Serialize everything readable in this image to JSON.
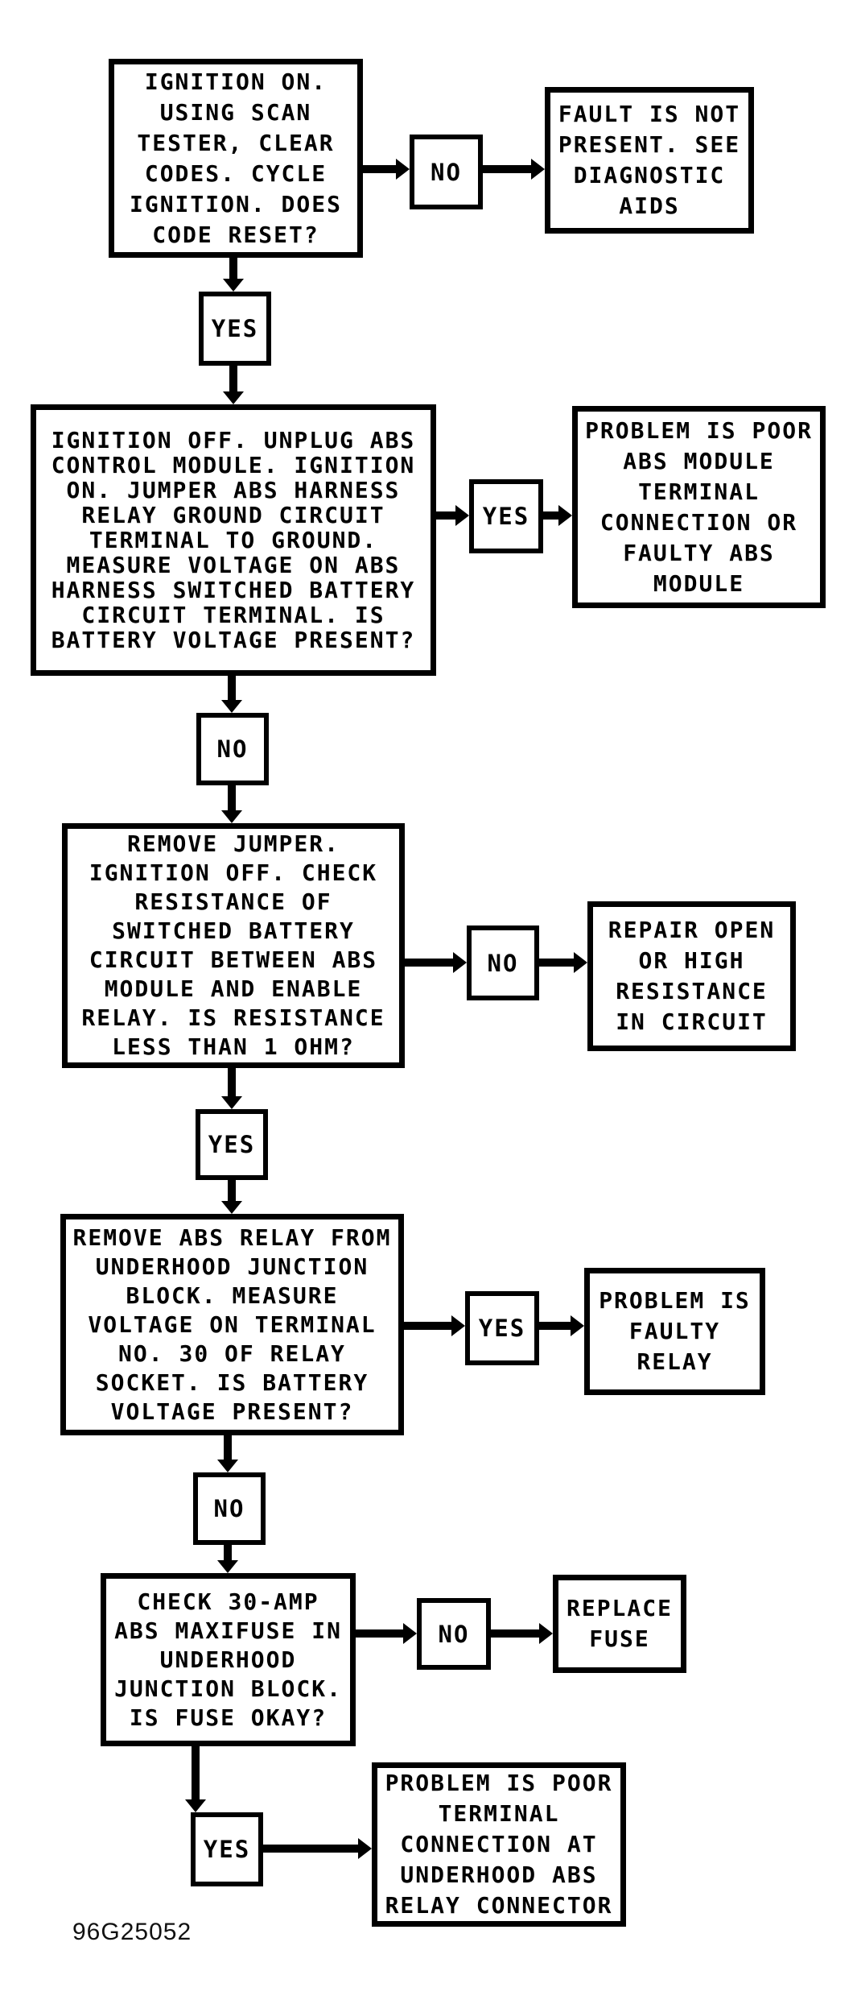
{
  "page": {
    "background": "#ffffff",
    "ink": "#000000"
  },
  "figure": {
    "code": "96G25052"
  },
  "boxes": {
    "step1": {
      "text": "IGNITION ON.\nUSING SCAN\nTESTER, CLEAR\nCODES. CYCLE\nIGNITION. DOES\nCODE RESET?"
    },
    "step2": {
      "text": "IGNITION OFF. UNPLUG ABS\nCONTROL MODULE. IGNITION\nON. JUMPER ABS HARNESS\nRELAY GROUND CIRCUIT\nTERMINAL TO GROUND.\nMEASURE VOLTAGE ON ABS\nHARNESS SWITCHED BATTERY\nCIRCUIT TERMINAL. IS\nBATTERY VOLTAGE PRESENT?"
    },
    "step3": {
      "text": "REMOVE JUMPER.\nIGNITION OFF. CHECK\nRESISTANCE OF\nSWITCHED BATTERY\nCIRCUIT BETWEEN ABS\nMODULE AND ENABLE\nRELAY. IS RESISTANCE\nLESS THAN 1 OHM?"
    },
    "step4": {
      "text": "REMOVE ABS RELAY FROM\nUNDERHOOD JUNCTION\nBLOCK. MEASURE\nVOLTAGE ON TERMINAL\nNO. 30 OF RELAY\nSOCKET. IS BATTERY\nVOLTAGE PRESENT?"
    },
    "step5": {
      "text": "CHECK 30-AMP\nABS MAXIFUSE IN\nUNDERHOOD\nJUNCTION BLOCK.\nIS FUSE OKAY?"
    },
    "result1": {
      "text": "FAULT IS NOT\nPRESENT. SEE\nDIAGNOSTIC\nAIDS"
    },
    "result2": {
      "text": "PROBLEM IS POOR\nABS MODULE\nTERMINAL\nCONNECTION OR\nFAULTY ABS\nMODULE"
    },
    "result3": {
      "text": "REPAIR OPEN\nOR HIGH\nRESISTANCE\nIN CIRCUIT"
    },
    "result4": {
      "text": "PROBLEM IS\nFAULTY\nRELAY"
    },
    "result5": {
      "text": "REPLACE\nFUSE"
    },
    "result6": {
      "text": "PROBLEM IS POOR\nTERMINAL\nCONNECTION AT\nUNDERHOOD ABS\nRELAY CONNECTOR"
    }
  },
  "connectors": {
    "no1": "NO",
    "yes1": "YES",
    "yes2": "YES",
    "no2": "NO",
    "no3": "NO",
    "yes3": "YES",
    "yes4": "YES",
    "no4": "NO",
    "no5": "NO",
    "yes5": "YES"
  }
}
